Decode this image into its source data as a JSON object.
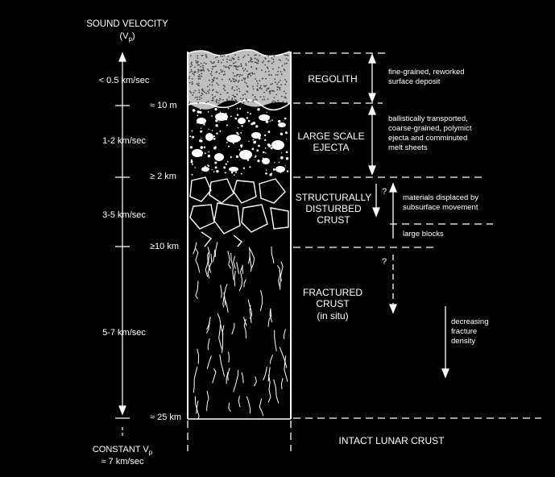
{
  "header": {
    "title": "SOUND VELOCITY",
    "subtitle_main": "(V",
    "subtitle_sub": "p",
    "subtitle_end": ")"
  },
  "velocities": [
    "< 0.5 km/sec",
    "1-2 km/sec",
    "3-5 km/sec",
    "5-7 km/sec"
  ],
  "depths": [
    "≈ 10 m",
    "≥ 2 km",
    "≥10 km",
    "≈ 25 km"
  ],
  "bottom": {
    "constant_label": "CONSTANT V",
    "constant_sub": "p",
    "constant_value": "≈ 7 km/sec"
  },
  "zones": {
    "regolith": "REGOLITH",
    "ejecta_1": "LARGE SCALE",
    "ejecta_2": "EJECTA",
    "disturbed_1": "STRUCTURALLY",
    "disturbed_2": "DISTURBED",
    "disturbed_3": "CRUST",
    "fractured_1": "FRACTURED",
    "fractured_2": "CRUST",
    "fractured_3": "(in situ)",
    "intact": "INTACT LUNAR CRUST"
  },
  "descriptions": {
    "regolith_1": "fine-grained, reworked",
    "regolith_2": "surface deposit",
    "ejecta_1": "ballistically transported,",
    "ejecta_2": "coarse-grained, polymict",
    "ejecta_3": "ejecta and comminuted",
    "ejecta_4": "melt sheets",
    "disturbed_1": "materials displaced by",
    "disturbed_2": "subsurface movement",
    "blocks": "large blocks",
    "fracture_1": "decreasing",
    "fracture_2": "fracture",
    "fracture_3": "density",
    "question_1": "?",
    "question_2": "?"
  }
}
